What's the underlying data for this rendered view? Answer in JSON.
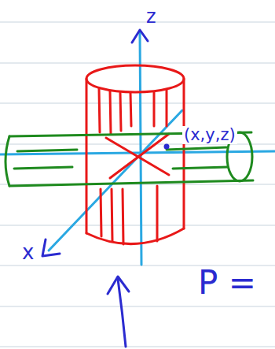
{
  "diagram": {
    "labels": [
      "z",
      "(x,y,z)",
      "x",
      "P ="
    ]
  }
}
